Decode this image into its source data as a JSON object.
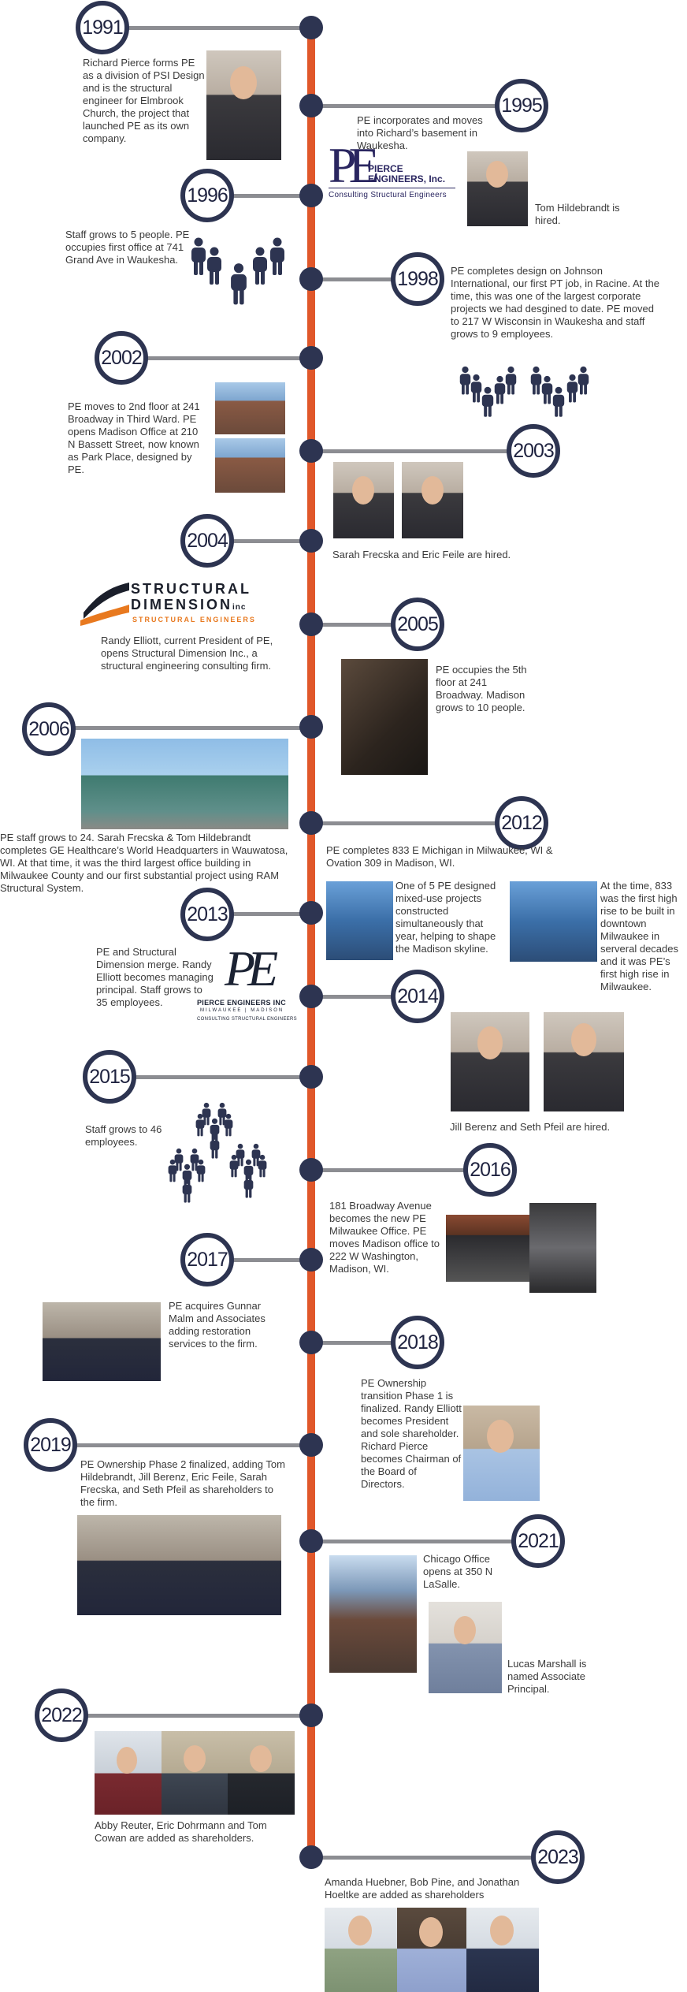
{
  "colors": {
    "spine": "#e0572a",
    "navy": "#2d3451",
    "connector": "#8c8d92"
  },
  "milestones": [
    {
      "year": "1991",
      "text": "Richard Pierce forms PE as a division of PSI Design and is the structural engineer for Elmbrook Church, the project that launched PE as its own company."
    },
    {
      "year": "1995",
      "text": "PE incorporates and moves into Richard’s basement in Waukesha.",
      "text2": "Tom Hildebrandt is hired.",
      "logo": {
        "mark": "PE",
        "name_line1": "PIERCE",
        "name_line2": "ENGINEERS, Inc.",
        "tagline": "Consulting Structural Engineers"
      }
    },
    {
      "year": "1996",
      "text": "Staff grows to 5 people. PE occupies first office at 741 Grand Ave in Waukesha.",
      "icon": "people-group-icon"
    },
    {
      "year": "1998",
      "text": "PE completes design on Johnson International, our first PT job, in Racine. At the time, this was one of the largest corporate projects we had desgined to date. PE moved to 217 W Wisconsin in Waukesha and staff grows to 9 employees.",
      "icon": "people-group-icon"
    },
    {
      "year": "2002",
      "text": "PE moves to 2nd floor at 241 Broadway in Third Ward. PE opens Madison Office at 210 N Bassett Street, now known as Park Place, designed by PE."
    },
    {
      "year": "2003",
      "text": "Sarah Frecska and Eric Feile are hired."
    },
    {
      "year": "2004",
      "text": "Randy Elliott, current President of PE, opens Structural Dimension Inc., a structural engineering consulting firm.",
      "logo": {
        "line1": "STRUCTURAL",
        "line2": "DIMENSION",
        "suffix": "inc",
        "tagline": "STRUCTURAL ENGINEERS"
      }
    },
    {
      "year": "2005",
      "text": "PE occupies the 5th floor at 241 Broadway. Madison grows to 10 people."
    },
    {
      "year": "2006",
      "text": "PE staff grows to 24. Sarah Frecska & Tom Hildebrandt completes GE Healthcare’s World Headquarters in Wauwatosa, WI. At that time, it was the third largest office building in Milwaukee County and our first substantial project using RAM Structural System."
    },
    {
      "year": "2012",
      "text": "PE completes 833 E Michigan in Milwaukee, WI & Ovation 309 in Madison, WI.",
      "text2": "One of 5 PE designed mixed-use projects constructed simultaneously that year, helping to shape the Madison skyline.",
      "text3": "At the time, 833 was the first high rise to be built in downtown Milwaukee in serveral decades and it was PE’s first high rise in Milwaukee."
    },
    {
      "year": "2013",
      "text": "PE and Structural Dimension merge. Randy Elliott becomes managing principal. Staff grows to 35 employees.",
      "logo": {
        "mark": "PE",
        "name": "PIERCE ENGINEERS INC",
        "cities": "MILWAUKEE | MADISON",
        "tagline": "CONSULTING STRUCTURAL ENGINEERS"
      }
    },
    {
      "year": "2014",
      "text": "Jill Berenz and Seth Pfeil are hired."
    },
    {
      "year": "2015",
      "text": "Staff grows to 46 employees.",
      "icon": "crowd-icon"
    },
    {
      "year": "2016",
      "text": "181 Broadway Avenue becomes the new PE Milwaukee Office. PE moves Madison office to 222 W Washington, Madison, WI."
    },
    {
      "year": "2017",
      "text": "PE acquires Gunnar Malm and Associates adding restoration services to the firm."
    },
    {
      "year": "2018",
      "text": "PE Ownership transition Phase 1 is finalized. Randy Elliott becomes President and sole shareholder. Richard Pierce becomes Chairman of the Board of Directors."
    },
    {
      "year": "2019",
      "text": "PE Ownership Phase 2 finalized, adding Tom Hildebrandt, Jill Berenz, Eric Feile, Sarah Frecska, and Seth Pfeil as shareholders to the firm."
    },
    {
      "year": "2021",
      "text": "Chicago Office opens at 350 N LaSalle.",
      "text2": "Lucas Marshall is named Associate Principal."
    },
    {
      "year": "2022",
      "text": "Abby Reuter, Eric Dohrmann and Tom Cowan are added as shareholders."
    },
    {
      "year": "2023",
      "text": "Amanda Huebner, Bob Pine, and Jonathan Hoeltke are added as shareholders"
    }
  ]
}
